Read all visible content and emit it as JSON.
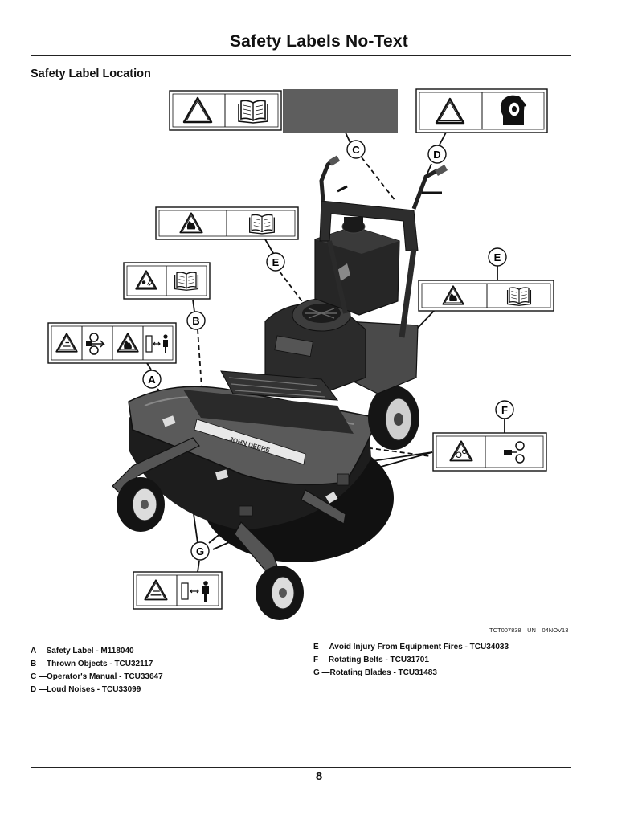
{
  "header": {
    "title": "Safety Labels No-Text",
    "subtitle": "Safety Label Location"
  },
  "callouts": {
    "A": "A",
    "B": "B",
    "C": "C",
    "D": "D",
    "E": "E",
    "F": "F",
    "G": "G"
  },
  "mower_logo": "JOHN DEERE",
  "figure_caption": "TCT007838—UN—04NOV13",
  "legend": {
    "left": [
      "A —Safety Label - M118040",
      "B —Thrown Objects - TCU32117",
      "C —Operator's Manual - TCU33647",
      "D —Loud Noises - TCU33099"
    ],
    "right": [
      "E —Avoid Injury From Equipment Fires - TCU34033",
      "F —Rotating Belts - TCU31701",
      "G —Rotating Blades - TCU31483"
    ]
  },
  "page_number": "8",
  "icons": {
    "warning": "warning-triangle-icon",
    "manual": "operator-manual-icon",
    "hearing": "hearing-protection-icon",
    "fire": "fire-hazard-icon",
    "thrown": "thrown-objects-icon",
    "blade": "rotating-blade-icon",
    "belt": "rotating-belt-icon",
    "distance": "keep-distance-icon"
  }
}
